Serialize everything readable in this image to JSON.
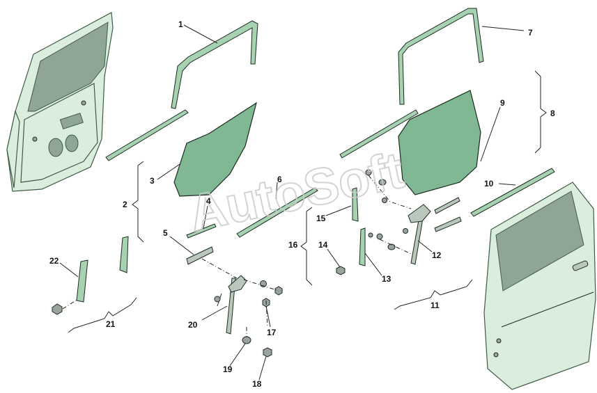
{
  "watermark": "AutoSoft",
  "callouts": [
    {
      "id": "1",
      "text": "1"
    },
    {
      "id": "2",
      "text": "2"
    },
    {
      "id": "3",
      "text": "3"
    },
    {
      "id": "4",
      "text": "4"
    },
    {
      "id": "5",
      "text": "5"
    },
    {
      "id": "6",
      "text": "6"
    },
    {
      "id": "7",
      "text": "7"
    },
    {
      "id": "8",
      "text": "8"
    },
    {
      "id": "9",
      "text": "9"
    },
    {
      "id": "10",
      "text": "10"
    },
    {
      "id": "11",
      "text": "11"
    },
    {
      "id": "12",
      "text": "12"
    },
    {
      "id": "13",
      "text": "13"
    },
    {
      "id": "14",
      "text": "14"
    },
    {
      "id": "15",
      "text": "15"
    },
    {
      "id": "16",
      "text": "16"
    },
    {
      "id": "17",
      "text": "17"
    },
    {
      "id": "18",
      "text": "18"
    },
    {
      "id": "19",
      "text": "19"
    },
    {
      "id": "20",
      "text": "20"
    },
    {
      "id": "21",
      "text": "21"
    },
    {
      "id": "22",
      "text": "22"
    }
  ],
  "colors": {
    "glass": "#7fb892",
    "seal": "#a7d2b2",
    "door_panel": "#dbeedd",
    "outline": "#1b2a1f",
    "watermark": "#c9cdca"
  }
}
